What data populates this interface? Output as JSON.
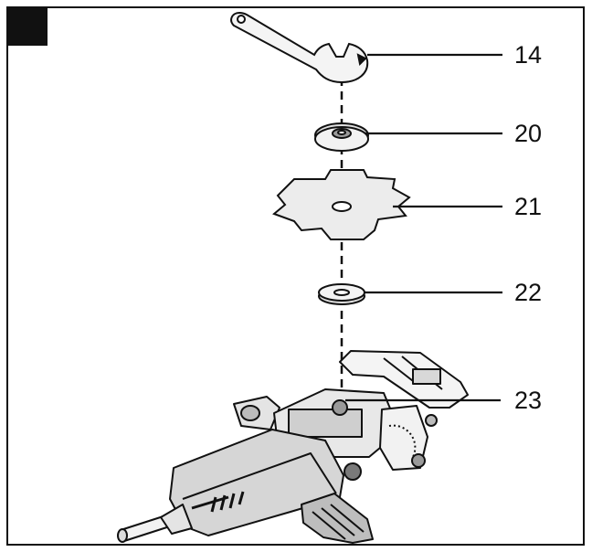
{
  "callouts": [
    {
      "id": "wrench",
      "label": "14"
    },
    {
      "id": "outer-flange",
      "label": "20"
    },
    {
      "id": "cutter-blade",
      "label": "21"
    },
    {
      "id": "inner-flange",
      "label": "22"
    },
    {
      "id": "spindle",
      "label": "23"
    }
  ],
  "colors": {
    "line": "#111111",
    "fill_light": "#f2f2f2",
    "fill_mid": "#cfcfcf",
    "fill_dark": "#8a8a8a"
  }
}
